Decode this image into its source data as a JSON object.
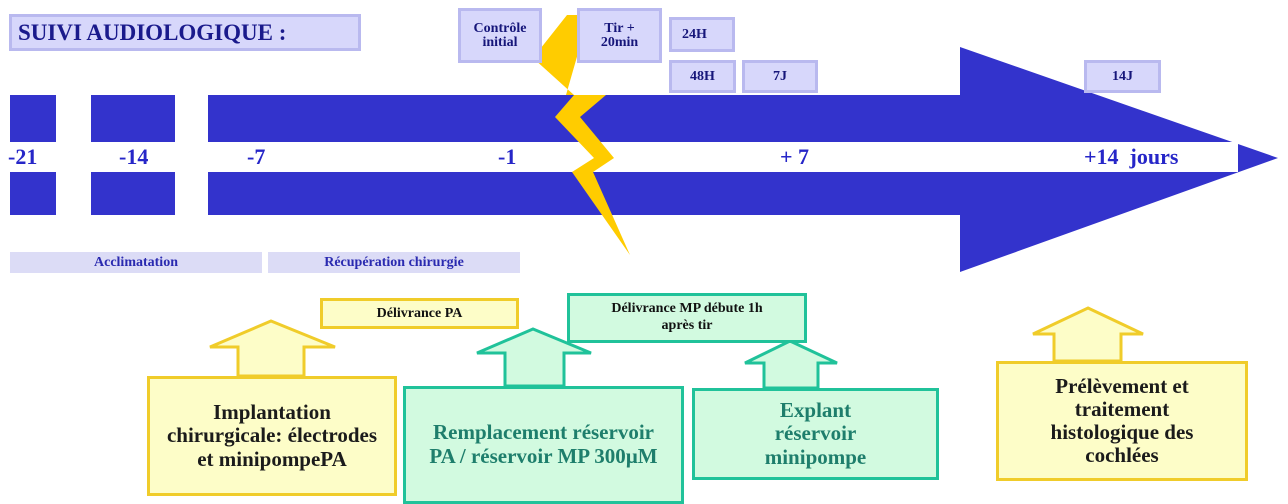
{
  "title": "SUIVI AUDIOLOGIQUE :",
  "audiometry_points": {
    "controle_initial": "Contrôle initial",
    "tir_20min": "Tir + 20min",
    "h24": "24H",
    "h48": "48H",
    "j7": "7J",
    "j14": "14J"
  },
  "timeline": {
    "ticks": [
      "-21",
      "-14",
      "-7",
      "-1",
      "+ 7",
      "+14  jours"
    ]
  },
  "phases": {
    "acclimatation": "Acclimatation",
    "recuperation": "Récupération chirurgie"
  },
  "labels": {
    "delivrance_pa": "Délivrance PA",
    "delivrance_mp": "Délivrance MP débute 1h après tir"
  },
  "events": {
    "implantation": "Implantation chirurgicale: électrodes et minipompePA",
    "remplacement": "Remplacement réservoir PA / réservoir MP 300µM",
    "explant": "Explant réservoir minipompe",
    "prelevement": "Prélèvement et traitement histologique des cochlées"
  },
  "colors": {
    "timeline_blue": "#3333cc",
    "lightning": "#ffcc00",
    "yellow_arrow": "#f0cc2a",
    "green_arrow": "#20c29a",
    "lavender": "#d7d7fb"
  }
}
